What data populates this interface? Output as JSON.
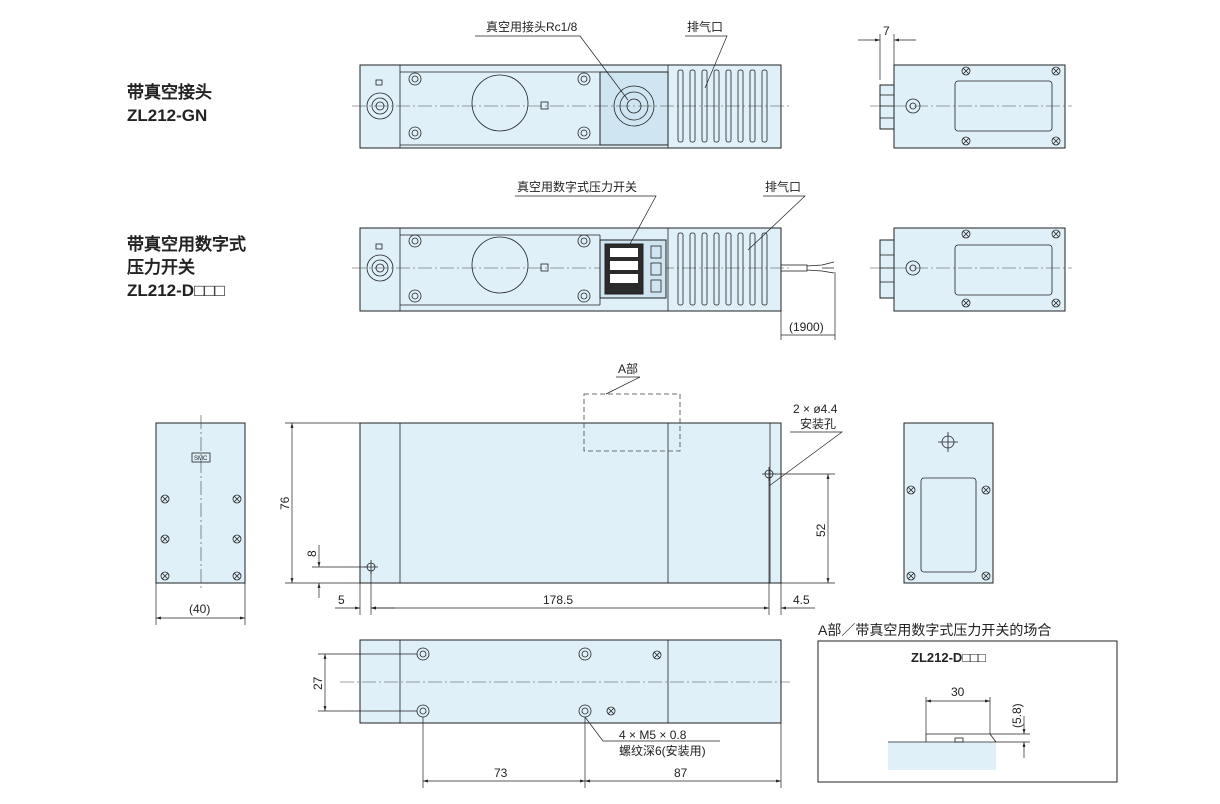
{
  "views": {
    "gn_label": {
      "line1": "带真空接头",
      "line2": "ZL212-GN"
    },
    "d_label": {
      "line1": "带真空用数字式",
      "line2": "压力开关",
      "line3": "ZL212-D□□□"
    },
    "gn_callouts": {
      "vacuum_port": "真空用接头Rc1/8",
      "exhaust": "排气口",
      "side_dim": "7"
    },
    "d_callouts": {
      "switch": "真空用数字式压力开关",
      "exhaust": "排气口",
      "cable": "(1900)"
    },
    "main": {
      "part_a": "A部",
      "hole_note_1": "2 × ø4.4",
      "hole_note_2": "安装孔",
      "dim_height": "76",
      "dim_8": "8",
      "dim_5": "5",
      "dim_length": "178.5",
      "dim_4_5": "4.5",
      "dim_52": "52",
      "dim_40": "(40)",
      "logo": "SMC"
    },
    "bottom": {
      "dim_27": "27",
      "dim_73": "73",
      "dim_87": "87",
      "thread_note_1": "4 × M5 × 0.8",
      "thread_note_2": "螺纹深6(安装用)"
    },
    "detail": {
      "heading": "A部／带真空用数字式压力开关的场合",
      "model": "ZL212-D□□□",
      "dim_30": "30",
      "dim_5_8": "(5.8)"
    }
  },
  "colors": {
    "body_fill": "#dff0f8",
    "line": "#222222"
  }
}
